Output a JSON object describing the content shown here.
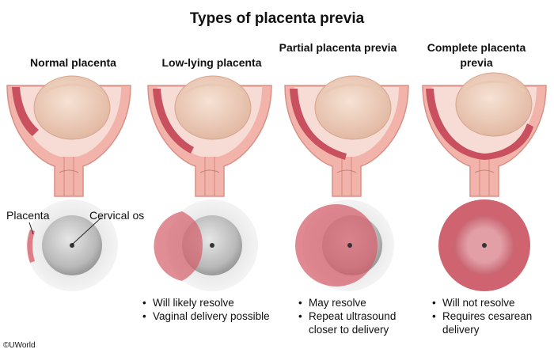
{
  "title": "Types of placenta previa",
  "columns": [
    {
      "title": "Normal placenta",
      "bullets": []
    },
    {
      "title": "Low-lying placenta",
      "bullets": [
        "Will likely resolve",
        "Vaginal delivery possible"
      ]
    },
    {
      "title": "Partial placenta previa",
      "bullets": [
        "May resolve",
        "Repeat ultrasound closer to delivery"
      ]
    },
    {
      "title": "Complete placenta previa",
      "bullets": [
        "Will not resolve",
        "Requires cesarean delivery"
      ]
    }
  ],
  "labels": {
    "placenta": "Placenta",
    "cervical_os": "Cervical os"
  },
  "copyright": "©UWorld",
  "colors": {
    "placenta": "#c9505f",
    "uterus_wall": "#f2b4aa",
    "fetus_head": "#f1d3c0",
    "cervix_gray": "#a8a8a8"
  }
}
